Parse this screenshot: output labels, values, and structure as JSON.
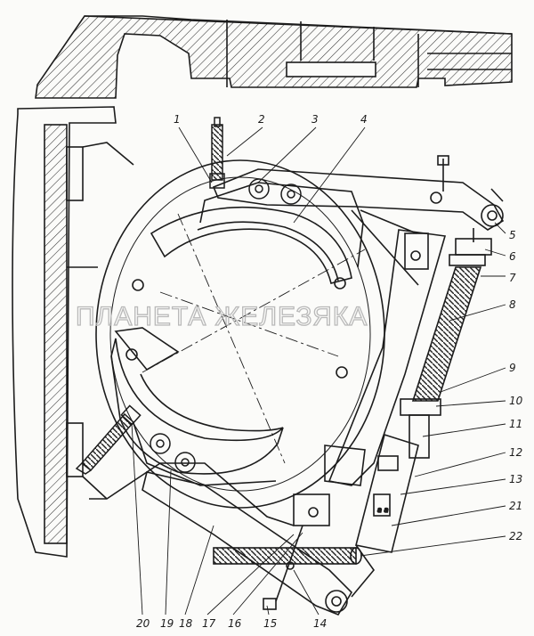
{
  "watermark": "ПЛАНЕТА ЖЕЛЕЗЯКА",
  "callouts": [
    "1",
    "2",
    "3",
    "4",
    "5",
    "6",
    "7",
    "8",
    "9",
    "10",
    "11",
    "12",
    "13",
    "21",
    "22",
    "14",
    "15",
    "16",
    "17",
    "18",
    "19",
    "20"
  ],
  "colors": {
    "ink": "#1c1c1c",
    "paper": "#fbfbf9",
    "watermark": "#b9b9b9"
  }
}
